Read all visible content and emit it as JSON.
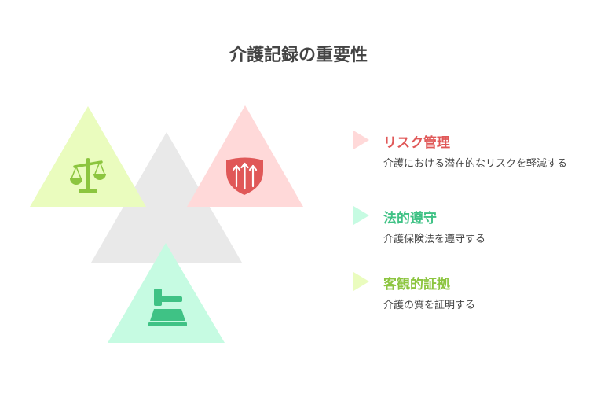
{
  "title": "介護記録の重要性",
  "colors": {
    "risk": "#e05858",
    "risk_bg": "#ffd9d9",
    "legal": "#4ccf8e",
    "legal_bg": "#c6fbe2",
    "quality": "#8cc53f",
    "quality_bg": "#eafcbe",
    "center": "#e9e9e9"
  },
  "items": [
    {
      "title": "リスク管理",
      "description": "介護における潜在的なリスクを軽減する",
      "icon": "shield-arrows-icon"
    },
    {
      "title": "法的遵守",
      "description": "介護保険法を遵守する",
      "icon": "stamp-icon"
    },
    {
      "title": "客観的証拠",
      "description": "介護の質を証明する",
      "icon": "scales-icon"
    }
  ]
}
